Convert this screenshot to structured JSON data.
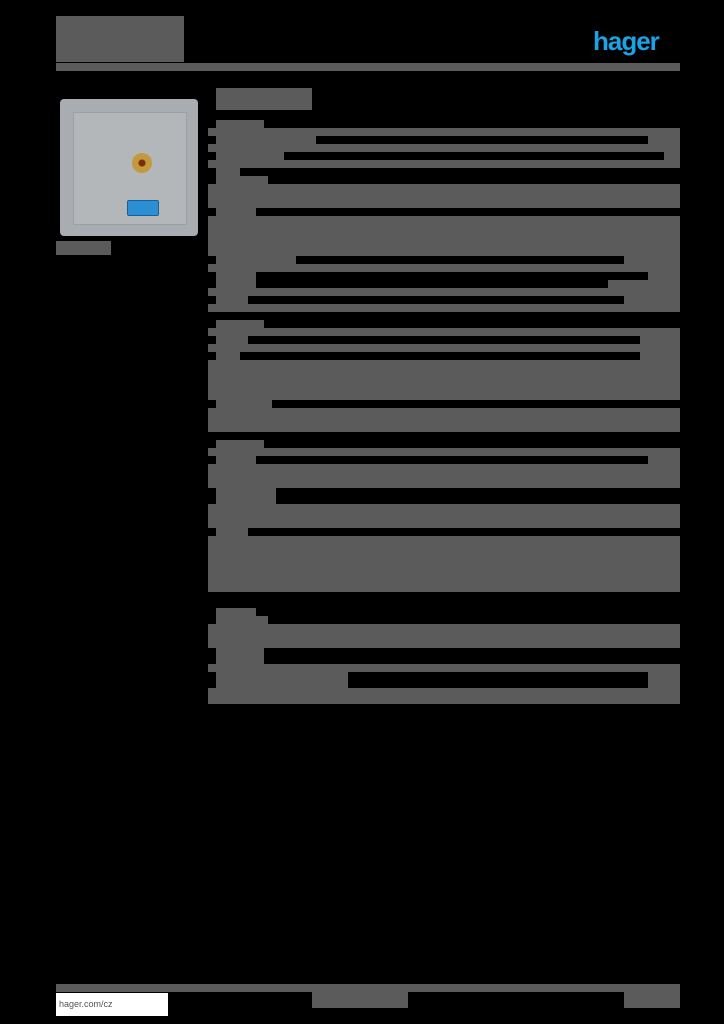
{
  "header": {
    "brand_logo_text": "hager",
    "brand_color": "#1aa3e6",
    "title_blocks": "masked"
  },
  "product_image": {
    "description": "aluminium wall plate with mini-jack audio socket and USB 3.0 socket",
    "caption": "masked"
  },
  "content": {
    "heading": "masked",
    "sections": [
      {
        "name": "section-1",
        "rows": 7
      },
      {
        "name": "section-2",
        "rows": 3
      },
      {
        "name": "section-3",
        "rows": 9
      },
      {
        "name": "section-4",
        "rows": 8
      },
      {
        "name": "section-5",
        "rows": 10
      },
      {
        "name": "section-6",
        "rows": 7
      }
    ]
  },
  "footer": {
    "link": "hager.com/cz"
  }
}
